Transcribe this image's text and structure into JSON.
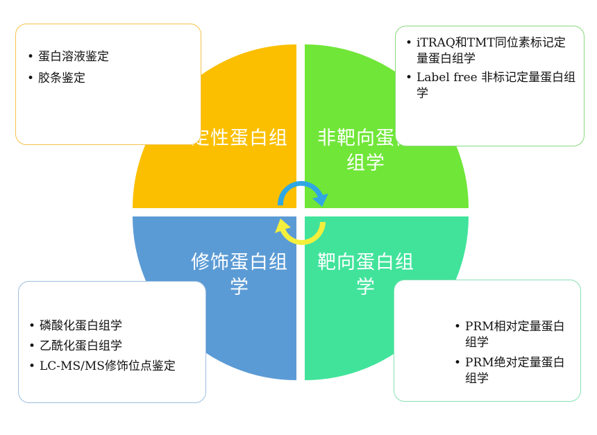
{
  "colors": {
    "quadrant_top_left": "#fbbf00",
    "quadrant_top_right": "#70e638",
    "quadrant_bottom_left": "#5b9bd5",
    "quadrant_bottom_right": "#41e39b",
    "arrow_top": "#2fa7e3",
    "arrow_bottom": "#f3ef3c"
  },
  "quadrants": {
    "top_left": "定性蛋白组",
    "top_right": "非靶向蛋白组学",
    "bottom_left": "修饰蛋白组学",
    "bottom_right": "靶向蛋白组学"
  },
  "boxes": {
    "top_left": [
      "蛋白溶液鉴定",
      "胶条鉴定"
    ],
    "top_right": [
      "iTRAQ和TMT同位素标记定量蛋白组学",
      "Label free 非标记定量蛋白组学"
    ],
    "bottom_left": [
      "磷酸化蛋白组学",
      "乙酰化蛋白组学",
      "LC-MS/MS修饰位点鉴定"
    ],
    "bottom_right": [
      "PRM相对定量蛋白组学",
      "PRM绝对定量蛋白组学"
    ]
  },
  "icons": {
    "center": "cycle-arrows-icon"
  }
}
